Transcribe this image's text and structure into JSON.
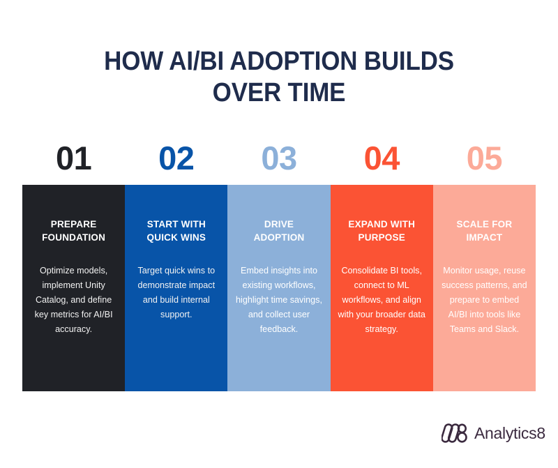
{
  "background_color": "#ffffff",
  "title": {
    "text": "HOW AI/BI ADOPTION BUILDS\nOVER TIME",
    "color": "#1f2c4c"
  },
  "steps": [
    {
      "number": "01",
      "heading": "PREPARE\nFOUNDATION",
      "body": "Optimize models, implement Unity Catalog, and define key metrics for AI/BI accuracy.",
      "color": "#202227",
      "number_color": "#202227",
      "text_color": "#f2f2f2"
    },
    {
      "number": "02",
      "heading": "START WITH\nQUICK WINS",
      "body": "Target quick wins to demonstrate impact and build internal support.",
      "color": "#0854a8",
      "number_color": "#0854a8",
      "text_color": "#f2f2f2"
    },
    {
      "number": "03",
      "heading": "DRIVE\nADOPTION",
      "body": "Embed insights into existing workflows, highlight time savings, and collect user feedback.",
      "color": "#8cb0d9",
      "number_color": "#8cb0d9",
      "text_color": "#ffffff"
    },
    {
      "number": "04",
      "heading": "EXPAND WITH\nPURPOSE",
      "body": "Consolidate BI tools, connect to ML workflows, and align with your broader data strategy.",
      "color": "#fb5334",
      "number_color": "#fb5334",
      "text_color": "#ffffff"
    },
    {
      "number": "05",
      "heading": "SCALE FOR\nIMPACT",
      "body": "Monitor usage, reuse success patterns, and prepare to embed AI/BI into tools like Teams and Slack.",
      "color": "#fcaa98",
      "number_color": "#fcaa98",
      "text_color": "#ffffff"
    }
  ],
  "logo": {
    "wordmark": "Analytics8",
    "icon": "analytics8-mark-icon",
    "color": "#3b2a3f"
  }
}
